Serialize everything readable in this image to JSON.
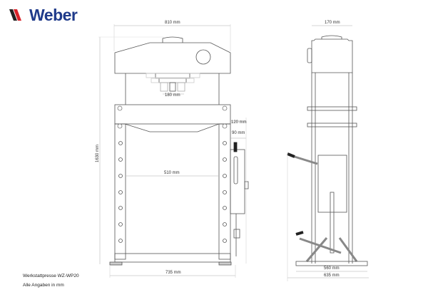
{
  "brand": {
    "name": "Weber",
    "stripe_colors": [
      "#222222",
      "#d8232a"
    ],
    "text_color": "#1f3a8a"
  },
  "front_view": {
    "width_top": "810 mm",
    "height": "1630 mm",
    "piston_width": "180 mm",
    "inner_width": "510 mm",
    "base_width": "735 mm",
    "bolster_height": "120 mm",
    "pump_width": "90 mm"
  },
  "side_view": {
    "top_width": "170 mm",
    "foot_inner": "560 mm",
    "foot_outer": "635 mm"
  },
  "caption": {
    "title": "Werkstattpresse WZ-WP20",
    "note": "Alle Angaben in mm"
  }
}
